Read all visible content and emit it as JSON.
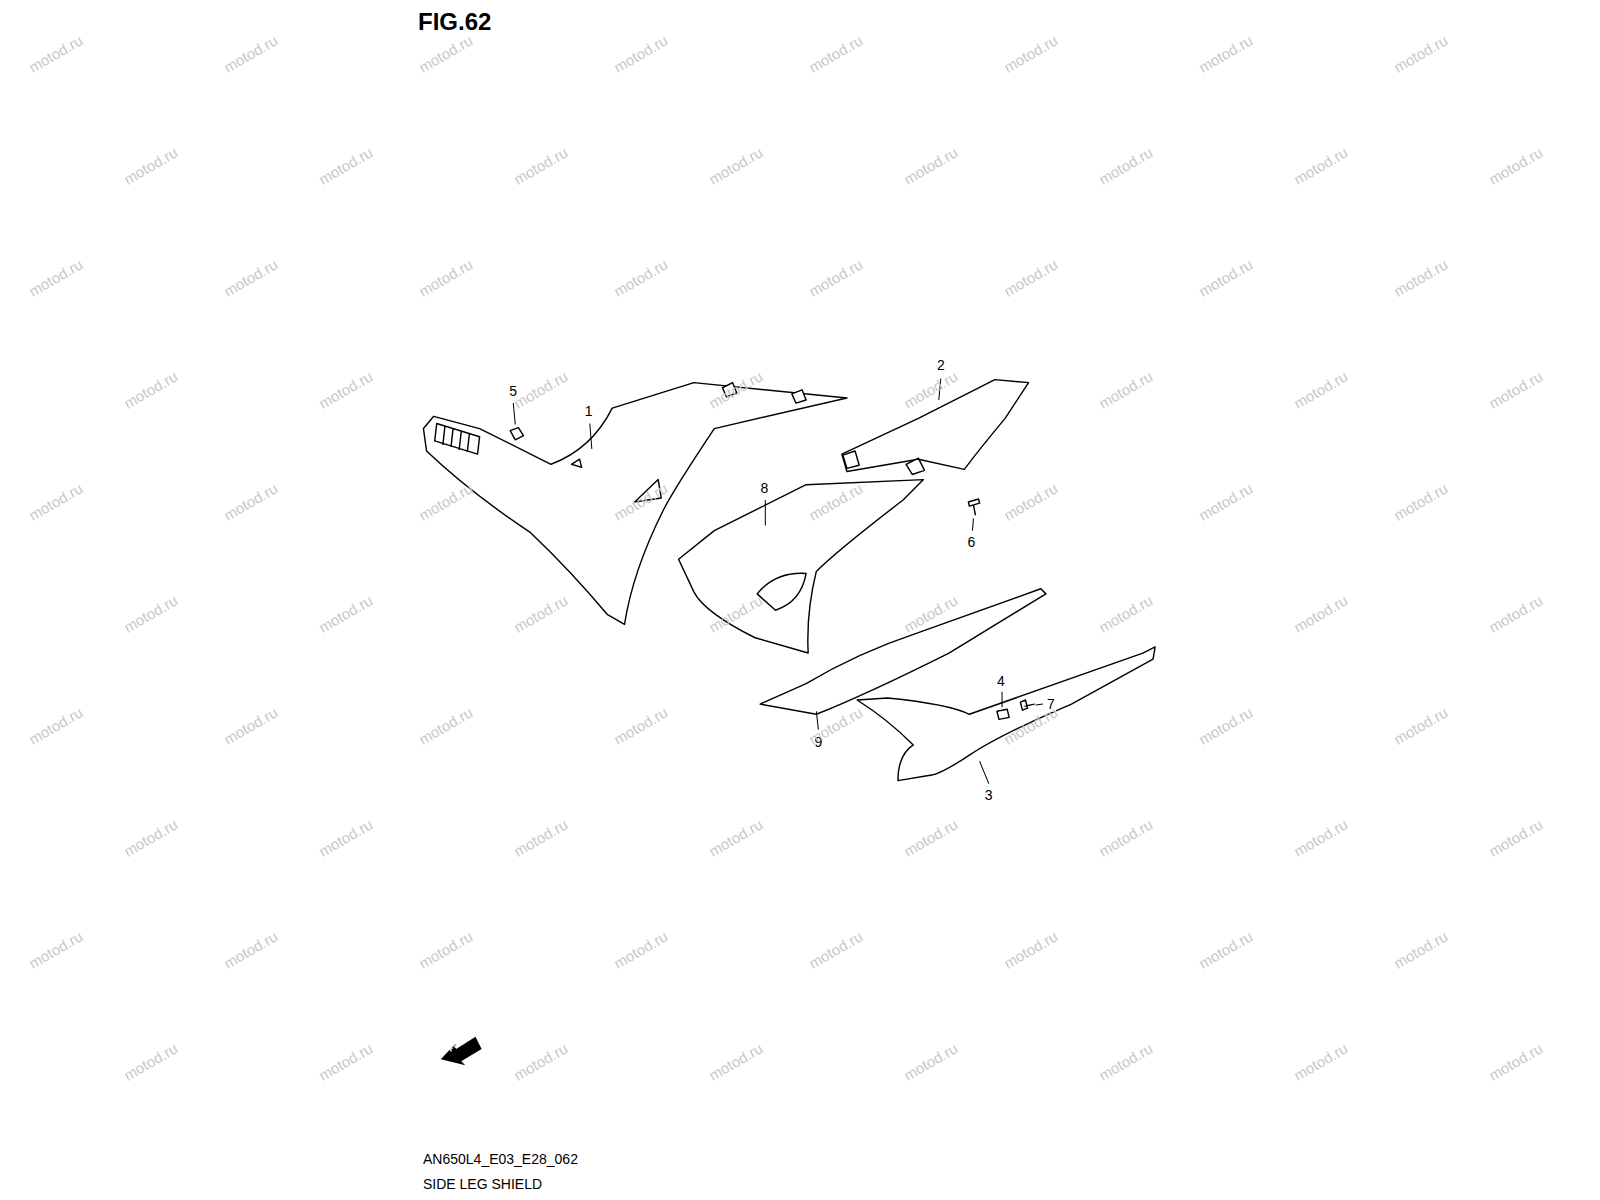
{
  "diagram": {
    "title": "FIG.62",
    "caption": "SIDE LEG SHIELD",
    "labels": [
      "5",
      "1",
      "2",
      "8",
      "6",
      "4",
      "7",
      "9",
      "3",
      "FWD",
      "AN650L4_E03_E28_062",
      "motod.ru",
      "motod.ru",
      "motod.ru",
      "motod.ru",
      "motod.ru",
      "motod.ru",
      "motod.ru",
      "motod.ru",
      "motod.ru",
      "motod.ru",
      "motod.ru",
      "motod.ru",
      "motod.ru",
      "motod.ru",
      "motod.ru",
      "motod.ru",
      "motod.ru",
      "motod.ru",
      "motod.ru",
      "motod.ru",
      "motod.ru",
      "motod.ru",
      "motod.ru",
      "motod.ru",
      "motod.ru",
      "motod.ru",
      "motod.ru",
      "motod.ru",
      "motod.ru",
      "motod.ru",
      "motod.ru",
      "motod.ru",
      "motod.ru",
      "motod.ru",
      "motod.ru",
      "motod.ru",
      "motod.ru",
      "motod.ru",
      "motod.ru",
      "motod.ru",
      "motod.ru",
      "motod.ru",
      "motod.ru",
      "motod.ru",
      "motod.ru",
      "motod.ru",
      "motod.ru",
      "motod.ru",
      "motod.ru",
      "motod.ru",
      "motod.ru",
      "motod.ru",
      "motod.ru",
      "motod.ru",
      "motod.ru",
      "motod.ru",
      "motod.ru",
      "motod.ru",
      "motod.ru",
      "motod.ru",
      "motod.ru",
      "motod.ru",
      "motod.ru",
      "motod.ru",
      "motod.ru",
      "motod.ru",
      "motod.ru",
      "motod.ru",
      "motod.ru",
      "motod.ru",
      "motod.ru",
      "motod.ru",
      "motod.ru",
      "motod.ru",
      "motod.ru",
      "motod.ru",
      "motod.ru",
      "motod.ru",
      "motod.ru",
      "motod.ru"
    ]
  }
}
